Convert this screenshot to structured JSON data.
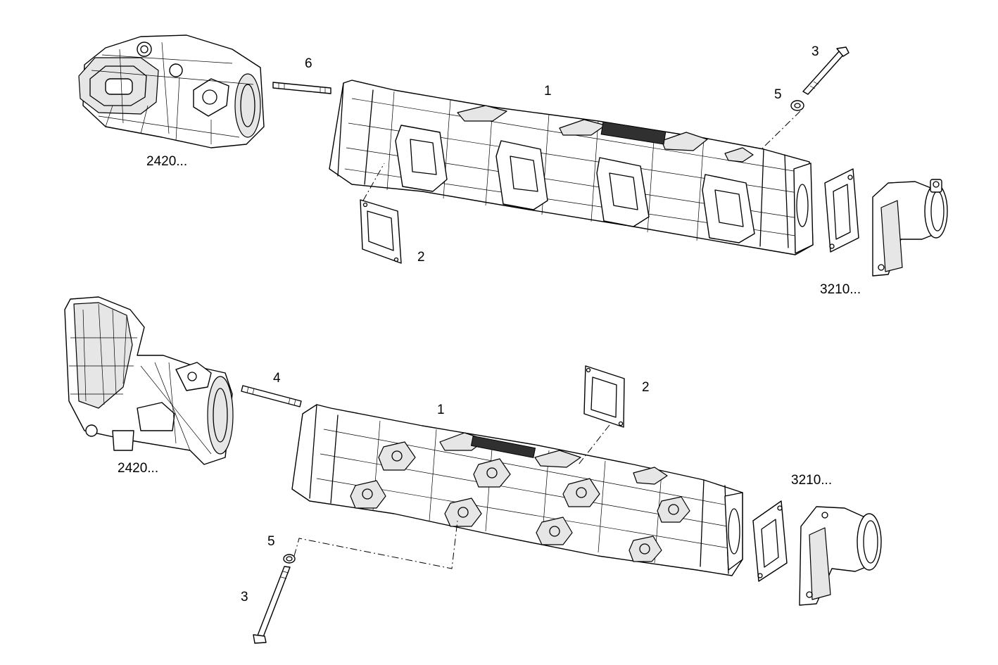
{
  "callouts": {
    "top_part_1": "1",
    "top_part_2": "2",
    "top_part_3": "3",
    "top_part_5": "5",
    "top_part_6": "6",
    "top_ref_left": "2420...",
    "top_ref_right": "3210...",
    "bottom_part_1": "1",
    "bottom_part_2": "2",
    "bottom_part_3": "3",
    "bottom_part_4": "4",
    "bottom_part_5": "5",
    "bottom_ref_left": "2420...",
    "bottom_ref_right": "3210..."
  },
  "colors": {
    "line": "#000000",
    "background": "#ffffff",
    "shade": "#e6e6e6"
  }
}
